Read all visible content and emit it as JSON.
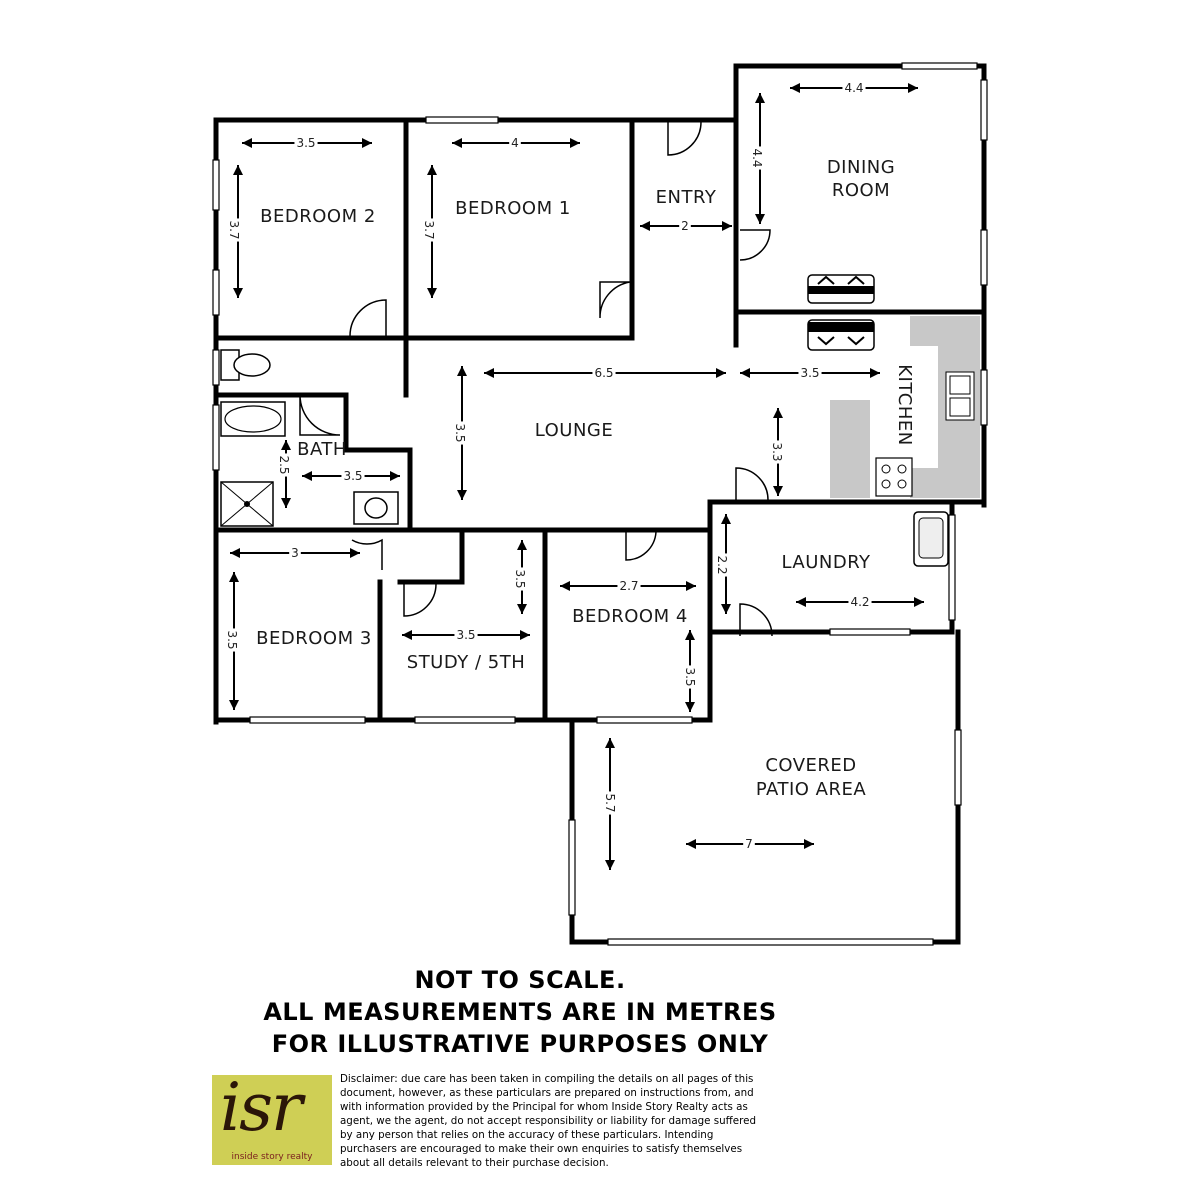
{
  "rooms": {
    "bedroom2": "BEDROOM 2",
    "bedroom1": "BEDROOM 1",
    "entry": "ENTRY",
    "dining_line1": "DINING",
    "dining_line2": "ROOM",
    "kitchen": "KITCHEN",
    "lounge": "LOUNGE",
    "bath": "BATH",
    "laundry": "LAUNDRY",
    "bedroom3": "BEDROOM 3",
    "study": "STUDY / 5TH",
    "bedroom4": "BEDROOM 4",
    "patio_line1": "COVERED",
    "patio_line2": "PATIO AREA"
  },
  "dimensions": {
    "bed2_w": "3.5",
    "bed2_h": "3.7",
    "bed1_w": "4",
    "bed1_h": "3.7",
    "entry_w": "2",
    "dining_w": "4.4",
    "dining_h": "4.4",
    "lounge_w": "6.5",
    "lounge_h": "3.5",
    "kitchen_w": "3.5",
    "kitchen_h": "3.3",
    "bath_w": "3.5",
    "bath_h": "2.5",
    "laundry_w": "4.2",
    "laundry_h": "2.2",
    "bed3_w": "3",
    "bed3_h": "3.5",
    "study_w": "3.5",
    "study_h": "3.5",
    "bed4_w": "2.7",
    "bed4_h": "3.5",
    "patio_w": "7",
    "patio_h": "5.7"
  },
  "notes": [
    "NOT TO SCALE.",
    "ALL MEASUREMENTS ARE IN METRES",
    "FOR ILLUSTRATIVE PURPOSES ONLY"
  ],
  "logo": {
    "mark": "isr",
    "tagline": "inside story realty"
  },
  "disclaimer": [
    "Disclaimer:   due care has been taken in compiling the details on all pages of this",
    "document, however, as these particulars are prepared on instructions from, and",
    "with information provided by the Principal for whom Inside Story Realty acts as",
    "agent, we the agent, do not accept responsibility or liability for damage suffered",
    "by any person that relies on the accuracy of these particulars.  Intending",
    "purchasers are encouraged to make their own enquiries to satisfy themselves",
    "about all details relevant to their purchase decision."
  ],
  "colors": {
    "logo_bg": "#cfcf55",
    "counter": "#c8c8c8"
  }
}
